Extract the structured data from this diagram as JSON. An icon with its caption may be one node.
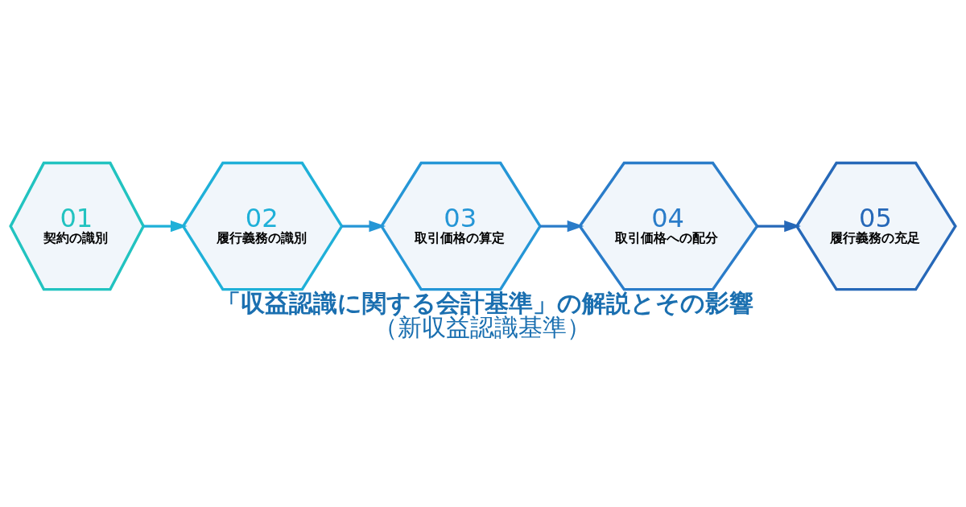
{
  "diagram": {
    "title": "「収益認識に関する会計基準」の解説とその影響",
    "caption": "（新収益認識基準）",
    "nodes": [
      {
        "text": [
          "01",
          "契約の識別"
        ]
      },
      {
        "text": [
          "02",
          "履行義務の識別"
        ]
      },
      {
        "text": [
          "03",
          "取引価格の算定"
        ]
      },
      {
        "text": [
          "04",
          "取引価格への配分"
        ]
      },
      {
        "text": [
          "05",
          "履行義務の充足"
        ]
      }
    ],
    "edges": [
      {
        "from": 0,
        "to": 1,
        "arrow": "to"
      },
      {
        "from": 1,
        "to": 2,
        "arrow": "to"
      },
      {
        "from": 2,
        "to": 3,
        "arrow": "to"
      },
      {
        "from": 3,
        "to": 4,
        "arrow": "to"
      }
    ]
  }
}
